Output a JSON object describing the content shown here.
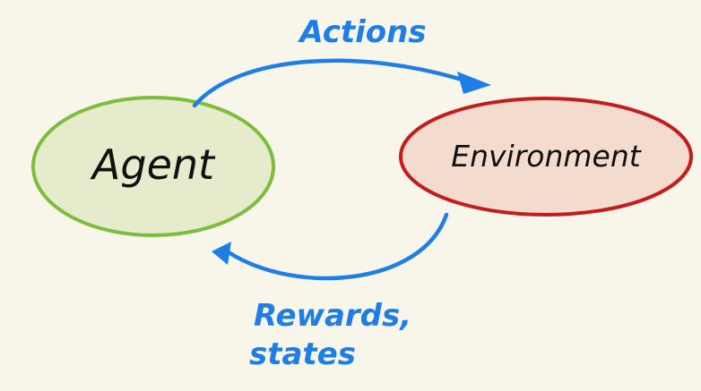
{
  "diagram": {
    "nodes": {
      "agent": {
        "label": "Agent",
        "fill": "#e6ebcc",
        "stroke": "#7cbd3c"
      },
      "environment": {
        "label": "Environment",
        "fill": "#f3dccd",
        "stroke": "#c41c1c"
      }
    },
    "edges": {
      "actions": {
        "label": "Actions",
        "color": "#1f7de6"
      },
      "rewards": {
        "label_line1": "Rewards,",
        "label_line2": "states",
        "color": "#1f7de6"
      }
    }
  }
}
